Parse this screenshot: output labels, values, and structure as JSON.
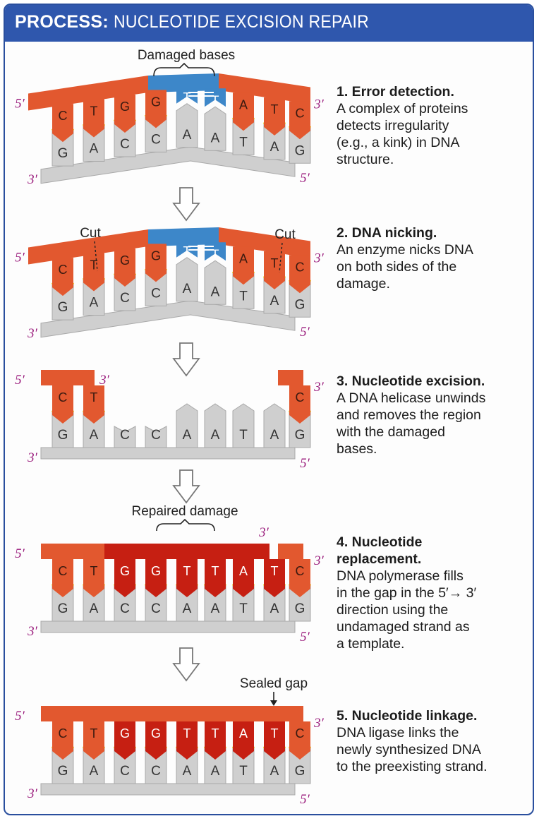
{
  "header": {
    "label": "PROCESS:",
    "title": "NUCLEOTIDE EXCISION REPAIR"
  },
  "colors": {
    "header_bg": "#2f57ad",
    "new_strand": "#e2582f",
    "repaired_strand": "#c61f12",
    "damaged_bases": "#3d87c9",
    "template_strand": "#cfcfcf",
    "hydrogen_bond": "#f2d200",
    "end_label": "#9a1b7c"
  },
  "ends": {
    "five": "5′",
    "three": "3′"
  },
  "top_bases": [
    "C",
    "T",
    "G",
    "G",
    "T",
    "T",
    "A",
    "T",
    "C"
  ],
  "bottom_bases": [
    "G",
    "A",
    "C",
    "C",
    "A",
    "A",
    "T",
    "A",
    "G"
  ],
  "annotations": {
    "damaged_bases": "Damaged bases",
    "cut": "Cut",
    "repaired_damage": "Repaired damage",
    "sealed_gap": "Sealed gap"
  },
  "steps": [
    {
      "title": "1. Error detection.",
      "text": "A complex of proteins\ndetects irregularity\n(e.g., a kink) in DNA\nstructure."
    },
    {
      "title": "2. DNA nicking.",
      "text": "An enzyme nicks DNA\non both sides of the\ndamage."
    },
    {
      "title": "3. Nucleotide excision.",
      "text": "A DNA helicase unwinds\nand removes the region\nwith the damaged\nbases."
    },
    {
      "title": "4. Nucleotide\nreplacement.",
      "text": "DNA polymerase fills\nin the gap in the 5′→ 3′\ndirection using the\nundamaged strand as\na template."
    },
    {
      "title": "5. Nucleotide linkage.",
      "text": "DNA ligase links the\nnewly synthesized DNA\nto the preexisting strand."
    }
  ]
}
